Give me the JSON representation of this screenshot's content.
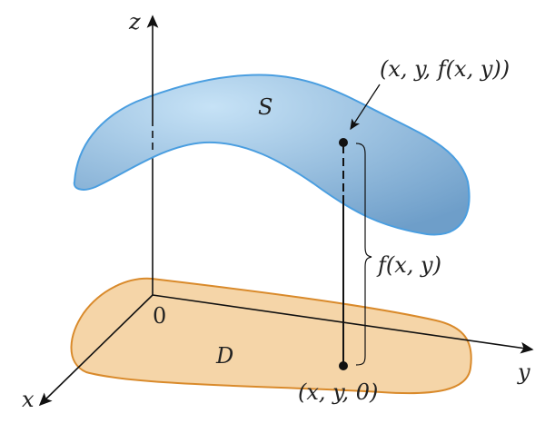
{
  "labels": {
    "z_axis": "z",
    "y_axis": "y",
    "x_axis": "x",
    "origin": "0",
    "surface": "S",
    "region": "D",
    "surface_point": "(x, y, f(x, y))",
    "height": "f(x, y)",
    "base_point": "(x, y, 0)"
  },
  "colors": {
    "surface_fill": "#8fbbe0",
    "surface_edge": "#4a9ee0",
    "region_fill": "#f5d5a8",
    "region_edge": "#d98a2b",
    "axis": "#111111"
  }
}
